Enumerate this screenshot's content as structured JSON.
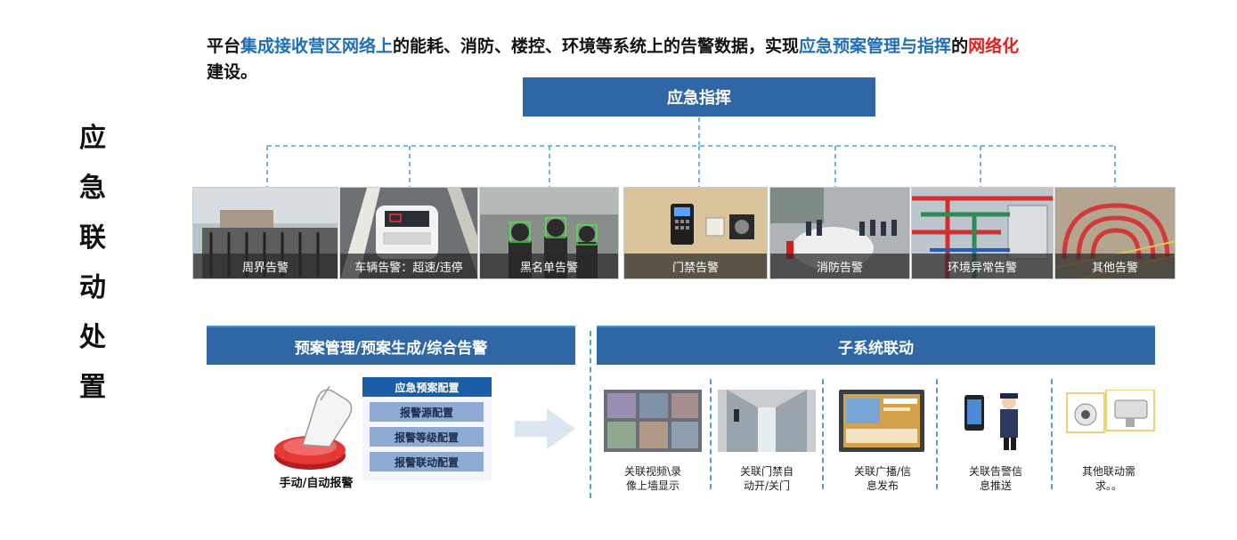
{
  "side_title": [
    "应",
    "急",
    "联",
    "动",
    "处",
    "置"
  ],
  "intro": {
    "p1": "平台",
    "p2": "集成接收营区网络上",
    "p3": "的能耗、消防、楼控、环境等系统上的告警数据，实现",
    "p4": "应急预案管理与指挥",
    "p5": "的",
    "p6": "网络化",
    "p7": "建设。"
  },
  "command": {
    "label": "应急指挥"
  },
  "alarms": [
    {
      "label": "周界告警",
      "icon": "perimeter-fence"
    },
    {
      "label": "车辆告警：超速/违停",
      "icon": "vehicle"
    },
    {
      "label": "黑名单告警",
      "icon": "face-recognition"
    },
    {
      "label": "门禁告警",
      "icon": "access-control"
    },
    {
      "label": "消防告警",
      "icon": "fire-drill"
    },
    {
      "label": "环境异常告警",
      "icon": "pipes"
    },
    {
      "label": "其他告警",
      "icon": "other"
    }
  ],
  "left_panel": {
    "header": "预案管理/预案生成/综合告警",
    "configs": [
      "应急预案配置",
      "报警源配置",
      "报警等级配置",
      "报警联动配置"
    ],
    "button_caption": "手动/自动报警"
  },
  "right_panel": {
    "header": "子系统联动",
    "items": [
      {
        "line1": "关联视频\\录",
        "line2": "像上墙显示",
        "icon": "video-wall"
      },
      {
        "line1": "关联门禁自",
        "line2": "动开/关门",
        "icon": "door"
      },
      {
        "line1": "关联广播/信",
        "line2": "息发布",
        "icon": "broadcast-screen"
      },
      {
        "line1": "关联告警信",
        "line2": "息推送",
        "icon": "phone-guard"
      },
      {
        "line1": "其他联动需",
        "line2": "求。。",
        "icon": "camera"
      }
    ]
  },
  "colors": {
    "blue": "#2f67a6",
    "accent_blue": "#1f6fb8",
    "accent_red": "#e0201f",
    "dash": "#4da3d9"
  }
}
